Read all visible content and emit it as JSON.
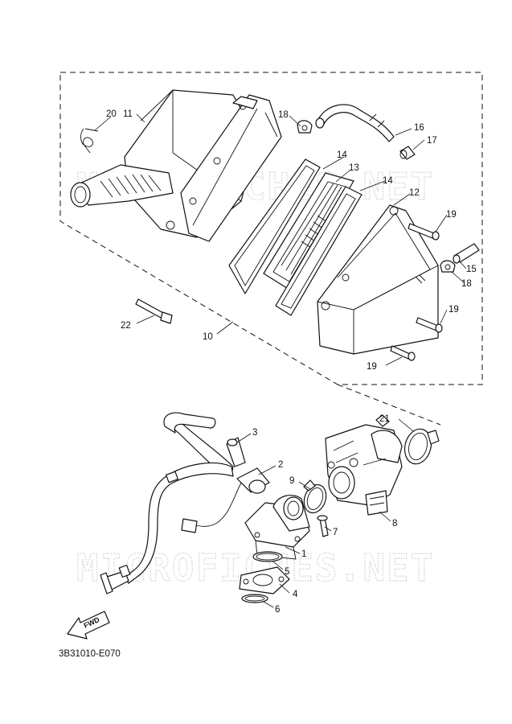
{
  "watermark_text": "MICROFICHES.NET",
  "diagram_code": "3B31010-E070",
  "fwd_label": "FWD",
  "callouts": {
    "c1": "1",
    "c2": "2",
    "c3": "3",
    "c4": "4",
    "c5": "5",
    "c6": "6",
    "c7": "7",
    "c8": "8",
    "c9": "9",
    "c10": "10",
    "c11": "11",
    "c12": "12",
    "c13": "13",
    "c14a": "14",
    "c14b": "14",
    "c15": "15",
    "c16": "16",
    "c17": "17",
    "c18a": "18",
    "c18b": "18",
    "c19a": "19",
    "c19b": "19",
    "c19c": "19",
    "c20": "20",
    "c21": "21",
    "c22": "22"
  }
}
